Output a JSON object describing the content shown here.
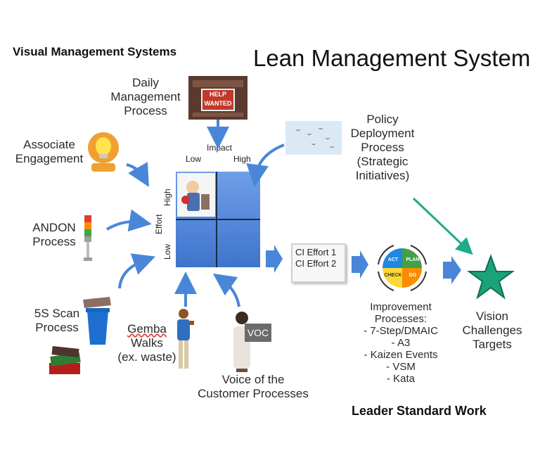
{
  "header": {
    "left_title": "Visual Management Systems",
    "main_title": "Lean Management System"
  },
  "nodes": {
    "daily_management": [
      "Daily",
      "Management",
      "Process"
    ],
    "associate_engagement": [
      "Associate",
      "Engagement"
    ],
    "andon": [
      "ANDON",
      "Process"
    ],
    "five_s": [
      "5S Scan",
      "Process"
    ],
    "gemba": [
      "Gemba",
      "Walks",
      "(ex. waste)"
    ],
    "voc_processes": [
      "Voice of the",
      "Customer Processes"
    ],
    "policy_deployment": [
      "Policy",
      "Deployment",
      "Process",
      "(Strategic",
      "Initiatives)"
    ],
    "vision": [
      "Vision",
      "Challenges",
      "Targets"
    ],
    "leader_standard_work": "Leader Standard Work"
  },
  "matrix": {
    "top_label": "Impact",
    "x_low": "Low",
    "x_high": "High",
    "y_label": "Effort",
    "y_high": "High",
    "y_low": "Low"
  },
  "help_sign": [
    "HELP",
    "WANTED"
  ],
  "voc_sign": "VOC",
  "ci_board": [
    "CI Effort 1",
    "CI Effort 2"
  ],
  "pdca_wheel": {
    "segments": [
      {
        "label": "ACT",
        "color": "#1e88e5"
      },
      {
        "label": "PLAN",
        "color": "#43a047"
      },
      {
        "label": "DO",
        "color": "#fb8c00"
      },
      {
        "label": "CHECK",
        "color": "#fdd835"
      }
    ]
  },
  "improvement": {
    "title": [
      "Improvement",
      "Processes:"
    ],
    "items": [
      "- 7-Step/DMAIC",
      "- A3",
      "- Kaizen Events",
      "- VSM",
      "- Kata"
    ]
  },
  "colors": {
    "arrow_blue": "#4a86d8",
    "matrix_blue": "#5b8fe0",
    "star_green": "#1aa37a",
    "teal_arrow": "#1faa8c"
  }
}
